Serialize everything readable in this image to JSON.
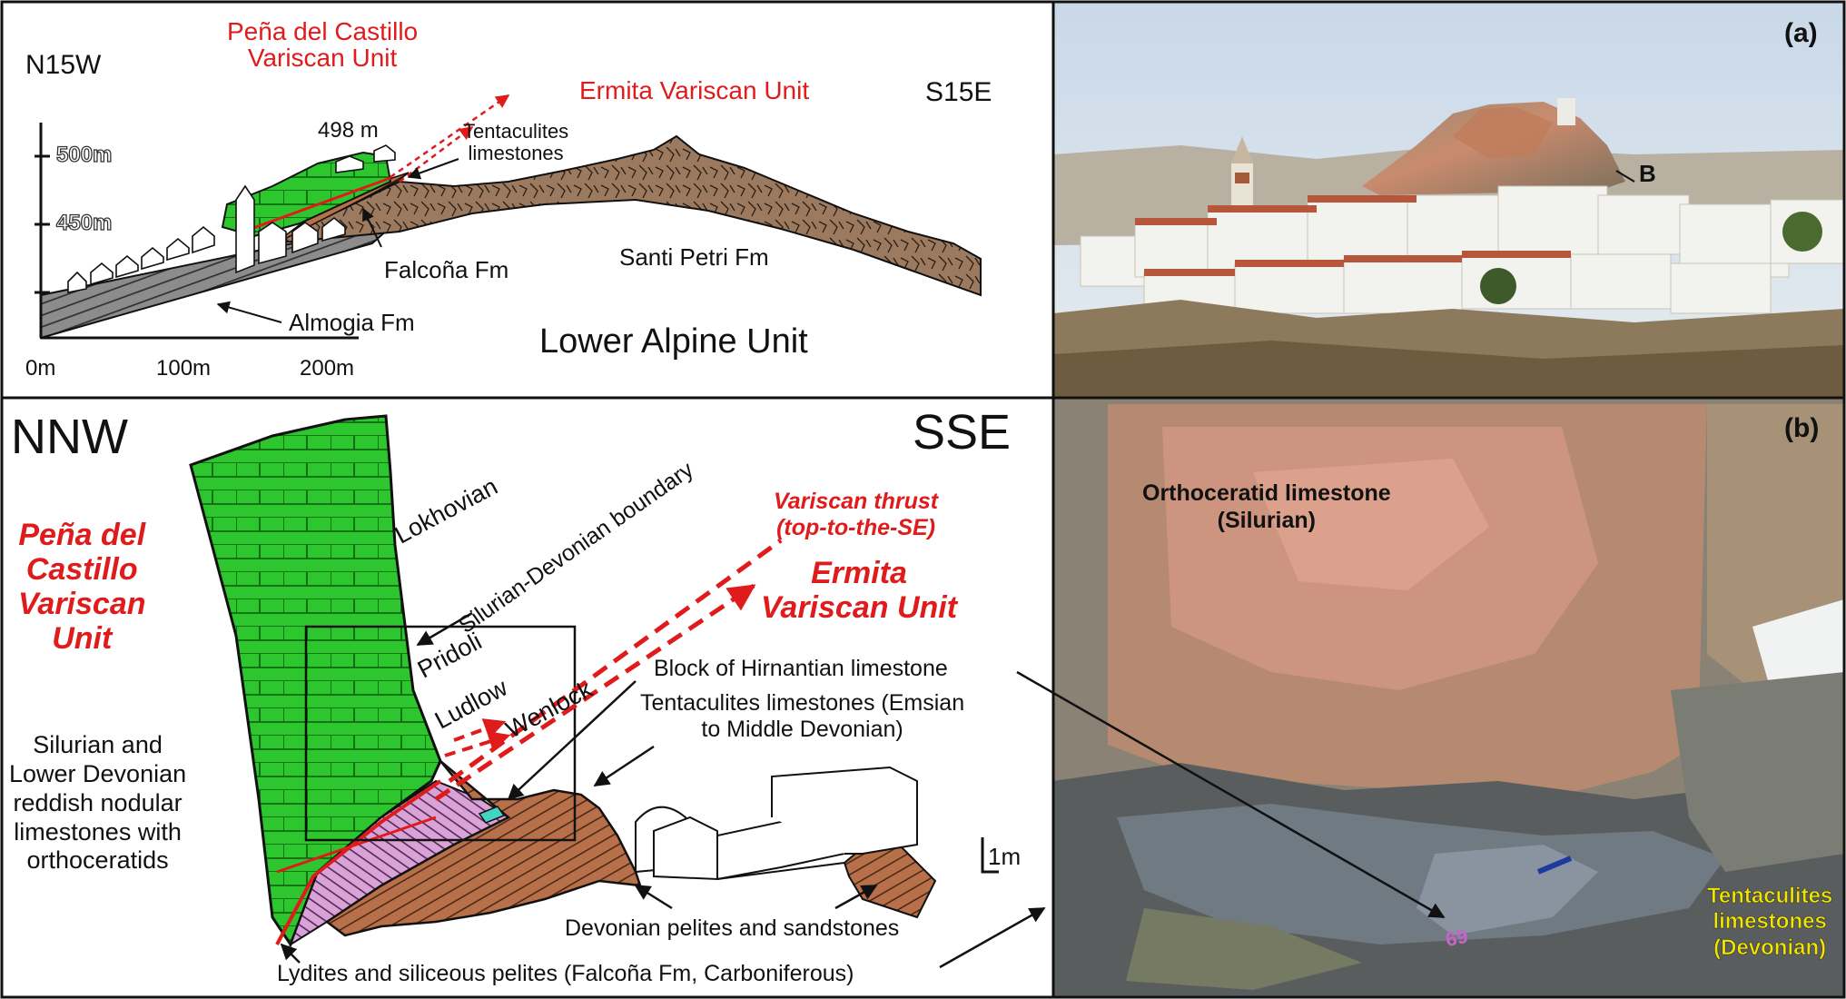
{
  "panel_a": {
    "tag": "(a)",
    "left_orientation": "N15W",
    "right_orientation": "S15E",
    "unit_castillo": "Peña del Castillo\nVariscan Unit",
    "unit_ermita": "Ermita Variscan Unit",
    "elevation_peak": "498 m",
    "tick_500": "500m",
    "tick_450": "450m",
    "tentaculites": "Tentaculites\nlimestones",
    "falcona": "Falcoña Fm",
    "santi_petri": "Santi Petri Fm",
    "almogia": "Almogia Fm",
    "lower_alpine": "Lower Alpine Unit",
    "scale_0": "0m",
    "scale_100": "100m",
    "scale_200": "200m",
    "photo_marker": "B"
  },
  "panel_b": {
    "tag": "(b)",
    "left_orientation": "NNW",
    "right_orientation": "SSE",
    "unit_castillo": "Peña del\nCastillo\nVariscan\nUnit",
    "silurian_desc": "Silurian and\nLower Devonian\nreddish nodular\nlimestones with\northoceratids",
    "lokhovian": "Lokhovian",
    "boundary": "Silurian-Devonian boundary",
    "pridoli": "Pridoli",
    "ludlow": "Ludlow",
    "wenlock": "Wenlock",
    "thrust": "Variscan thrust\n(top-to-the-SE)",
    "unit_ermita": "Ermita\nVariscan Unit",
    "hirnantian": "Block of Hirnantian limestone",
    "tentaculites": "Tentaculites limestones (Emsian\nto Middle Devonian)",
    "scale_1m": "1m",
    "devonian_pelites": "Devonian pelites and sandstones",
    "lydites": "Lydites and siliceous pelites (Falcoña Fm, Carboniferous)",
    "photo_orthoceratid": "Orthoceratid limestone\n(Silurian)",
    "photo_tentaculites": "Tentaculites\nlimestones\n(Devonian)",
    "photo_number": "69"
  },
  "colors": {
    "red": "#e01b1b",
    "green": "#2ec62e",
    "brown": "#9b7a60",
    "orange_brown": "#b8704a",
    "pink": "#d9a3d8",
    "yellow": "#f2e600"
  }
}
